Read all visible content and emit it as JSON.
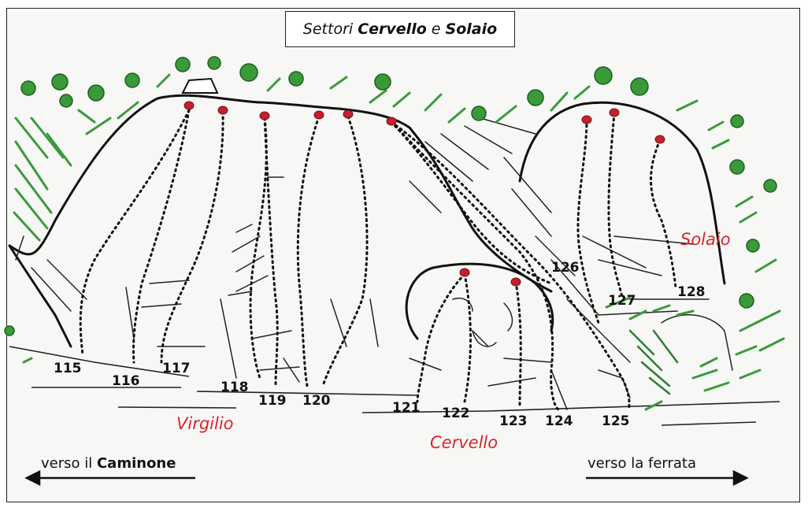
{
  "title": {
    "prefix": "Settori ",
    "sector_a": "Cervello",
    "joiner": " e ",
    "sector_b": "Solaio"
  },
  "routes": [
    "115",
    "116",
    "117",
    "118",
    "119",
    "120",
    "121",
    "122",
    "123",
    "124",
    "125",
    "126",
    "127",
    "128"
  ],
  "sectors": {
    "virgilio": "Virgilio",
    "cervello": "Cervello",
    "solaio": "Solaio"
  },
  "directions": {
    "left_prefix": "verso il ",
    "left_bold": "Caminone",
    "right": "verso la ferrata"
  },
  "colors": {
    "anchor_red": "#c4202e",
    "sector_label_red": "#d8262a",
    "vegetation_green": "#3a9a3a",
    "ink": "#111111"
  }
}
